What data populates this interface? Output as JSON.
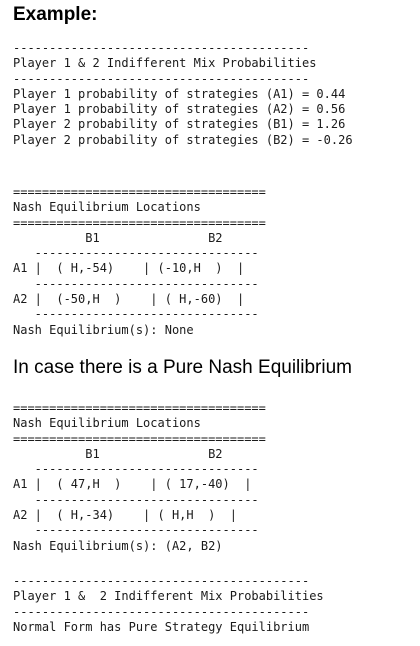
{
  "example_heading": "Example:",
  "block_mix_probabilities": "-----------------------------------------\nPlayer 1 & 2 Indifferent Mix Probabilities\n-----------------------------------------\nPlayer 1 probability of strategies (A1) = 0.44\nPlayer 1 probability of strategies (A2) = 0.56\nPlayer 2 probability of strategies (B1) = 1.26\nPlayer 2 probability of strategies (B2) = -0.26",
  "block_nash_example": "===================================\nNash Equilibrium Locations\n===================================\n          B1               B2\n   -------------------------------\nA1 |  ( H,-54)    | (-10,H  )  |\n   -------------------------------\nA2 |  (-50,H  )    | ( H,-60)  |\n   -------------------------------\nNash Equilibrium(s): None",
  "pure_heading": "In case there is a Pure Nash Equilibrium",
  "block_nash_pure": "===================================\nNash Equilibrium Locations\n===================================\n          B1               B2\n   -------------------------------\nA1 |  ( 47,H  )    | ( 17,-40)  |\n   -------------------------------\nA2 |  ( H,-34)    | ( H,H  )  |\n   -------------------------------\nNash Equilibrium(s): (A2, B2)",
  "block_pure_mix": "-----------------------------------------\nPlayer 1 &  2 Indifferent Mix Probabilities\n-----------------------------------------\nNormal Form has Pure Strategy Equilibrium"
}
